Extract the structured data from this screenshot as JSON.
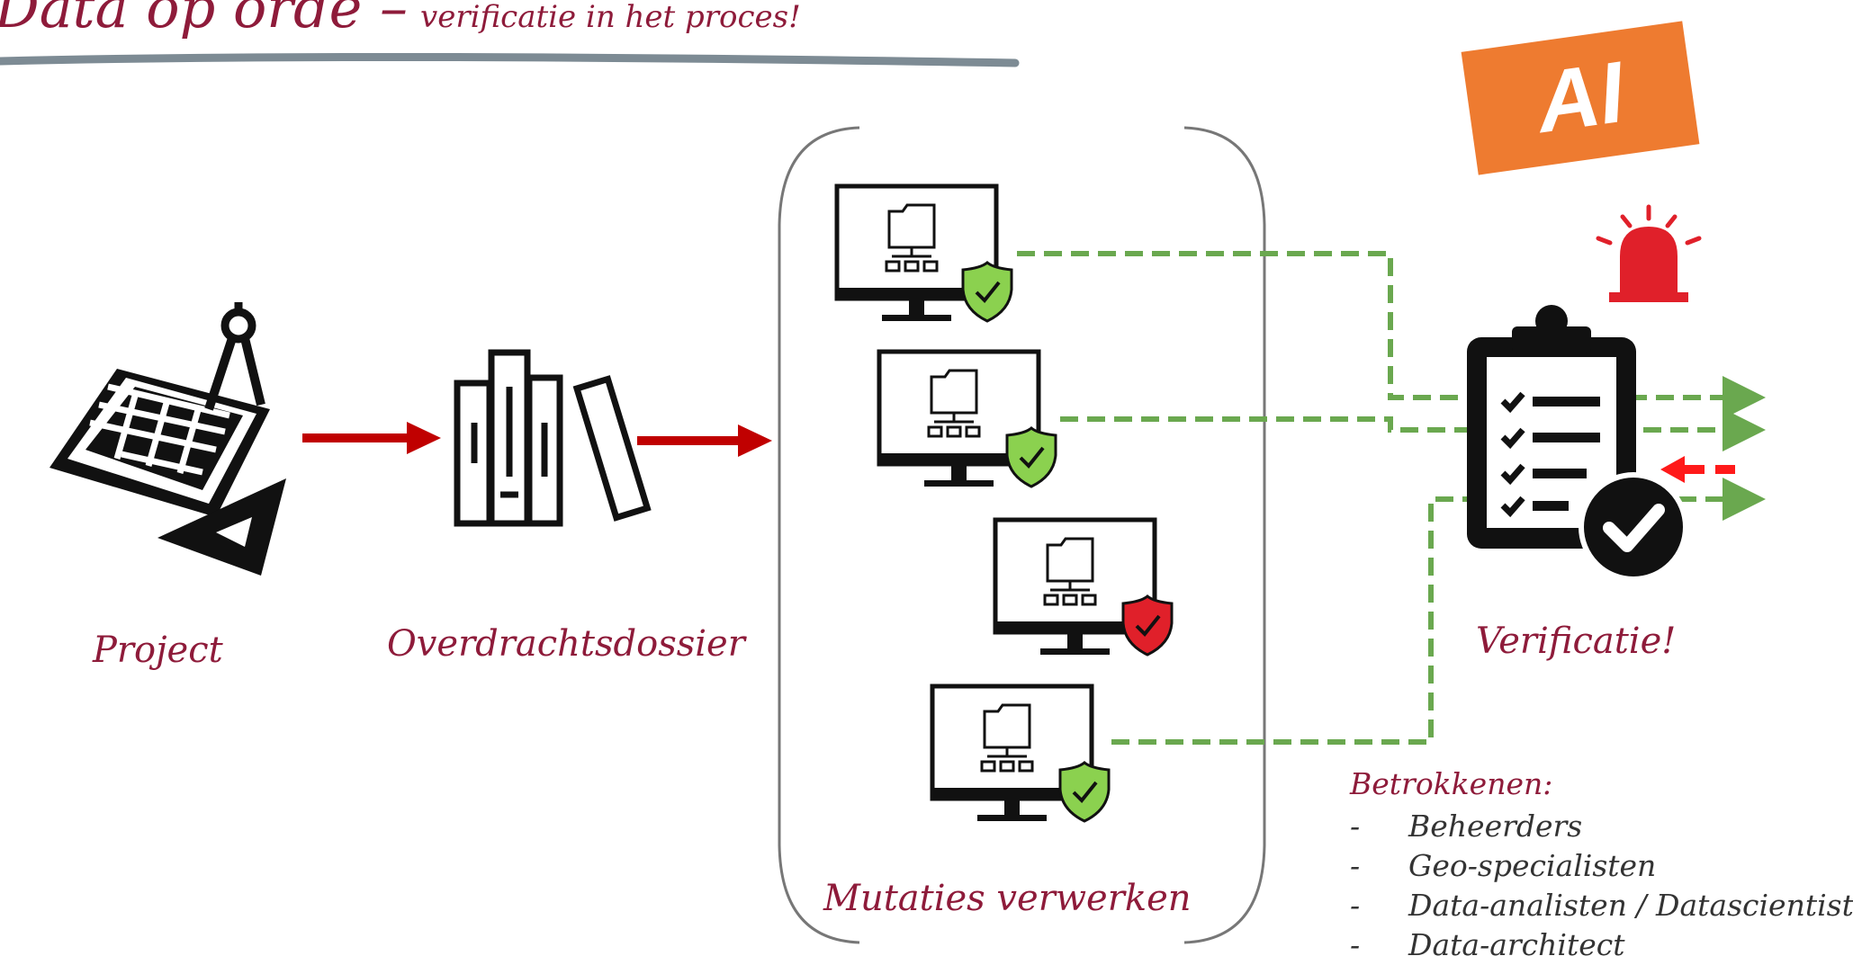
{
  "title": {
    "main": "Data op orde –",
    "sub": "verificatie in het proces!"
  },
  "badge": {
    "text": "AI",
    "color": "#ee7b30"
  },
  "labels": {
    "project": "Project",
    "dossier": "Overdrachtsdossier",
    "mutaties": "Mutaties verwerken",
    "verificatie": "Verificatie!"
  },
  "stakeholders": {
    "heading": "Betrokkenen:",
    "items": [
      "Beheerders",
      "Geo-specialisten",
      "Data-analisten / Datascientist",
      "Data-architect"
    ]
  },
  "colors": {
    "accent": "#8e1b3a",
    "flow_arrow": "#c00000",
    "dashed": "#6aa84f",
    "ok": "#8bd14f",
    "alert": "#e0202a"
  },
  "icons": [
    "blueprint-icon",
    "books-icon",
    "computer-icon",
    "shield-check-icon",
    "clipboard-check-icon",
    "alarm-light-icon"
  ]
}
